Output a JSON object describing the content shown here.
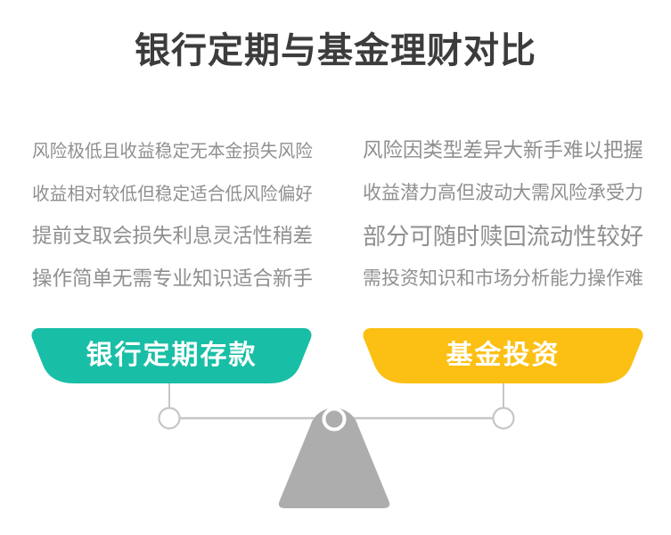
{
  "title": "银行定期与基金理财对比",
  "colors": {
    "teal": "#19BEA6",
    "yellow": "#FCBF13",
    "title_text": "#3C3C3C",
    "body_text": "#8F8F8F",
    "scale_gray": "#ADADAD",
    "line_gray": "#C6C6C6",
    "pan_label_text": "#FFFFFF"
  },
  "left_column": {
    "pan_label": "银行定期存款",
    "points": [
      "风险极低且收益稳定无本金损失风险",
      "收益相对较低但稳定适合低风险偏好",
      "提前支取会损失利息灵活性稍差",
      "操作简单无需专业知识适合新手"
    ]
  },
  "right_column": {
    "pan_label": "基金投资",
    "points": [
      "风险因类型差异大新手难以把握",
      "收益潜力高但波动大需风险承受力",
      "部分可随时赎回流动性较好",
      "需投资知识和市场分析能力操作难"
    ]
  }
}
